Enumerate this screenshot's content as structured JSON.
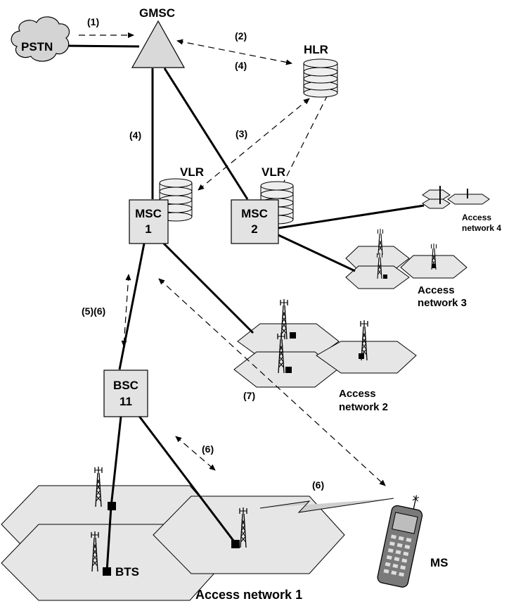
{
  "nodes": {
    "pstn": "PSTN",
    "gmsc": "GMSC",
    "hlr": "HLR",
    "vlr1": "VLR",
    "vlr2": "VLR",
    "msc1_line1": "MSC",
    "msc1_line2": "1",
    "msc2_line1": "MSC",
    "msc2_line2": "2",
    "bsc_line1": "BSC",
    "bsc_line2": "11",
    "bts": "BTS",
    "ms": "MS"
  },
  "access_networks": {
    "an1": "Access network 1",
    "an2_line1": "Access",
    "an2_line2": "network 2",
    "an3_line1": "Access",
    "an3_line2": "network 3",
    "an4_line1": "Access",
    "an4_line2": "network 4"
  },
  "steps": {
    "s1": "(1)",
    "s2": "(2)",
    "s4_hlr": "(4)",
    "s4_msc": "(4)",
    "s3": "(3)",
    "s56": "(5)(6)",
    "s7": "(7)",
    "s6_bsc": "(6)",
    "s6_radio": "(6)"
  }
}
